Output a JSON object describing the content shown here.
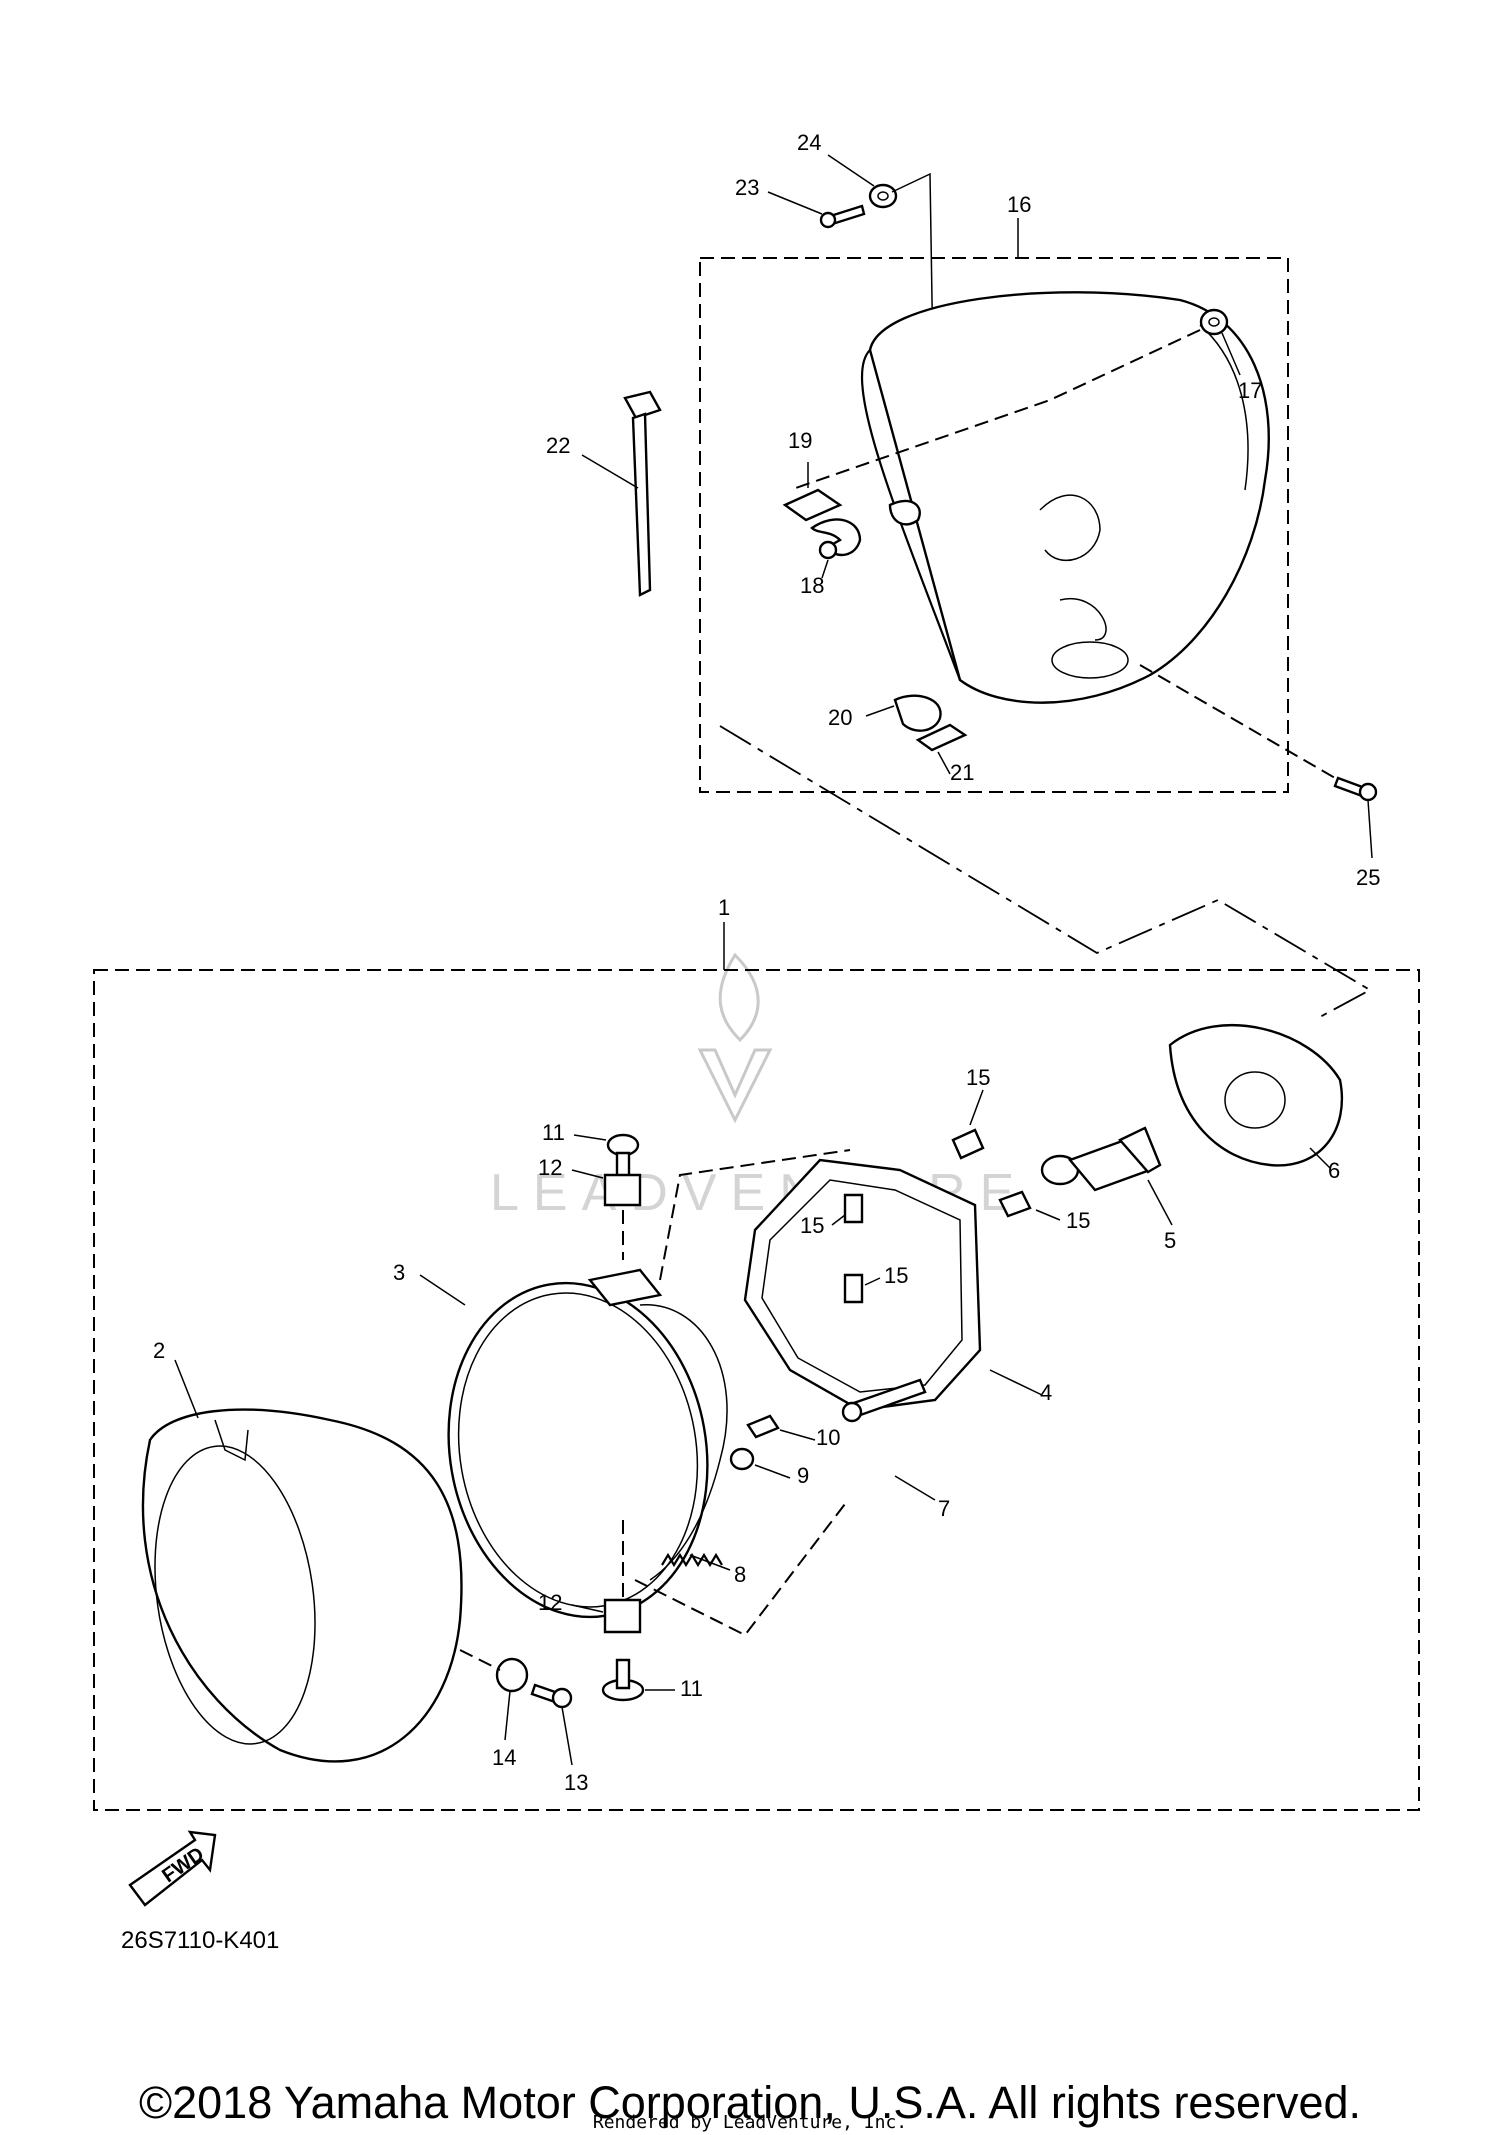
{
  "diagram": {
    "callouts": [
      {
        "id": "c1",
        "label": "1"
      },
      {
        "id": "c2",
        "label": "2"
      },
      {
        "id": "c3",
        "label": "3"
      },
      {
        "id": "c4",
        "label": "4"
      },
      {
        "id": "c5",
        "label": "5"
      },
      {
        "id": "c6",
        "label": "6"
      },
      {
        "id": "c7",
        "label": "7"
      },
      {
        "id": "c8",
        "label": "8"
      },
      {
        "id": "c9",
        "label": "9"
      },
      {
        "id": "c10",
        "label": "10"
      },
      {
        "id": "c11a",
        "label": "11"
      },
      {
        "id": "c11b",
        "label": "11"
      },
      {
        "id": "c12a",
        "label": "12"
      },
      {
        "id": "c12b",
        "label": "12"
      },
      {
        "id": "c13",
        "label": "13"
      },
      {
        "id": "c14",
        "label": "14"
      },
      {
        "id": "c15a",
        "label": "15"
      },
      {
        "id": "c15b",
        "label": "15"
      },
      {
        "id": "c15c",
        "label": "15"
      },
      {
        "id": "c15d",
        "label": "15"
      },
      {
        "id": "c16",
        "label": "16"
      },
      {
        "id": "c17",
        "label": "17"
      },
      {
        "id": "c18",
        "label": "18"
      },
      {
        "id": "c19",
        "label": "19"
      },
      {
        "id": "c20",
        "label": "20"
      },
      {
        "id": "c21",
        "label": "21"
      },
      {
        "id": "c22",
        "label": "22"
      },
      {
        "id": "c23",
        "label": "23"
      },
      {
        "id": "c24",
        "label": "24"
      },
      {
        "id": "c25",
        "label": "25"
      }
    ],
    "fwd_label": "FWD",
    "diagram_code": "26S7110-K401",
    "watermark_text": "LEADVENTURE"
  },
  "footer": {
    "copyright": "©2018 Yamaha Motor Corporation, U.S.A. All rights reserved.",
    "rendered_by": "Rendered by LeadVenture, Inc."
  }
}
